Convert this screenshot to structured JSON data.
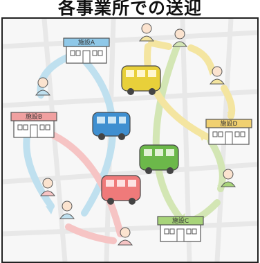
{
  "title": "各事業所での送迎",
  "facilities": {
    "a": {
      "label": "施設A",
      "roof": "#8fc8e8"
    },
    "b": {
      "label": "施設B",
      "roof": "#f0a0a0"
    },
    "c": {
      "label": "施設C",
      "roof": "#a8d47a"
    },
    "d": {
      "label": "施設D",
      "roof": "#f0d070"
    }
  },
  "colors": {
    "blue_route": "#bfe0ef",
    "red_route": "#f6c4c4",
    "green_route": "#d3e6b4",
    "yellow_route": "#f4e5a0",
    "van_blue": "#3f8fd0",
    "van_yellow": "#e8d03a",
    "van_green": "#6cb84a",
    "van_red": "#ef7a7a"
  },
  "icons": [
    "building-icon",
    "van-icon",
    "person-icon",
    "arrow-icon"
  ]
}
